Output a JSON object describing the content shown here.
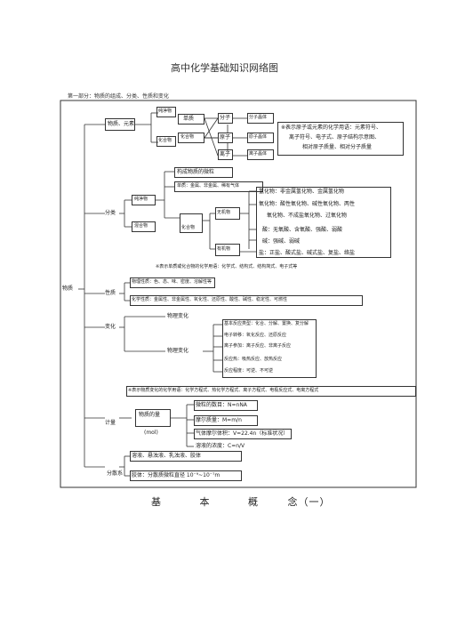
{
  "page": {
    "title": "高中化学基础知识网络图",
    "section_title": "第一部分：物质的组成、分类、性质和变化",
    "bottom_heading": [
      "基",
      "本",
      "概",
      "念（一）"
    ]
  },
  "nodes": {
    "wuzhi": "物质",
    "wuzhi_yuansu": "物质、元素",
    "chunjingwu": "纯净物",
    "danzhi": "单质",
    "huahewu": "化合物",
    "fenzi": "分子",
    "yuanzi": "原子",
    "lizi": "离子",
    "fenzi_jingti": "分子晶体",
    "yuanzi_jingti": "原子晶体",
    "lizi_jingti": "离子晶体",
    "note_symbols": [
      "※表示原子或元素的化学用语：元素符号、",
      "离子符号、电子式、原子结构示意图、",
      "相对原子质量、相对分子质量"
    ],
    "goucheng_weili": "构成物质的微粒",
    "danzhi_list": "单质：金属、非金属、稀有气体",
    "fenlei": "分类",
    "hunhewu": "混合物",
    "chunjingwu2": "纯净物",
    "huahewu2": "化合物",
    "wujiwu": "无机物",
    "youjiwu": "有机物",
    "oxide_lines": [
      "氢化物：非金属氢化物、金属氢化物",
      "氧化物：酸性氧化物、碱性氧化物、两性",
      "氧化物、不成盐氧化物、过氧化物",
      "酸：无氧酸、含氧酸、强酸、弱酸",
      "碱：强碱、弱碱",
      "盐：正盐、酸式盐、碱式盐、复盐、络盐"
    ],
    "note_formula": "※表示单质或化合物的化学用语：化学式、结构式、结构简式、电子式等",
    "xingzhi": "性质",
    "physical_props": "物理性质：色、态、味、密度、溶解性等",
    "chemical_props": "化学性质：金属性、非金属性、氧化性、还原性、酸性、碱性、稳定性、可燃性",
    "bianhua": "变化",
    "wuli_bianhua": "物理变化",
    "huaxue_bianhua": "物理变化",
    "reaction_lines": [
      "基本反应类型：化合、分解、置换、复分解",
      "电子转移：氧化反应、还原反应",
      "离子参加：离子反应、非离子反应",
      "反应热：吸热反应、放热反应",
      "反应程度：可逆、不可逆"
    ],
    "note_reaction": "※表示物质变化的化学用语：化学方程式、热化学方程式、离子方程式、电极反应式、电离方程式",
    "jiliang": "计量",
    "wuzhi_de_liang": "物质的量",
    "mol": "(mol)",
    "calc_lines": [
      "微粒的数目：N=nNA",
      "摩尔质量：M=m/n",
      "气体摩尔体积：V=22.4n（标准状况）",
      "溶液的浓度：C=n/V"
    ],
    "fensanxi": "分散系",
    "fensanxi_lines": [
      "溶液、悬浊液、乳浊液、胶体",
      "胶体：分散质微粒直径 10⁻⁹~10⁻⁷m"
    ]
  }
}
